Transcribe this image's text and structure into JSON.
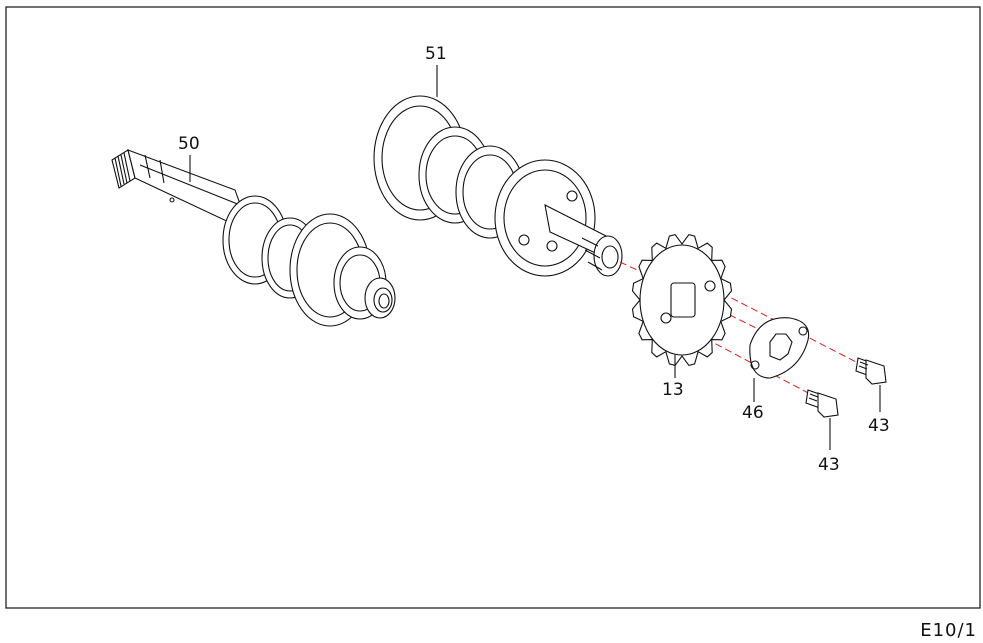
{
  "diagram": {
    "callouts": {
      "p50": "50",
      "p51": "51",
      "p13": "13",
      "p46": "46",
      "p43a": "43",
      "p43b": "43"
    },
    "sheet_code": "E10/1",
    "colors": {
      "line": "#111111",
      "centerline": "#d02020",
      "background": "#ffffff"
    }
  }
}
